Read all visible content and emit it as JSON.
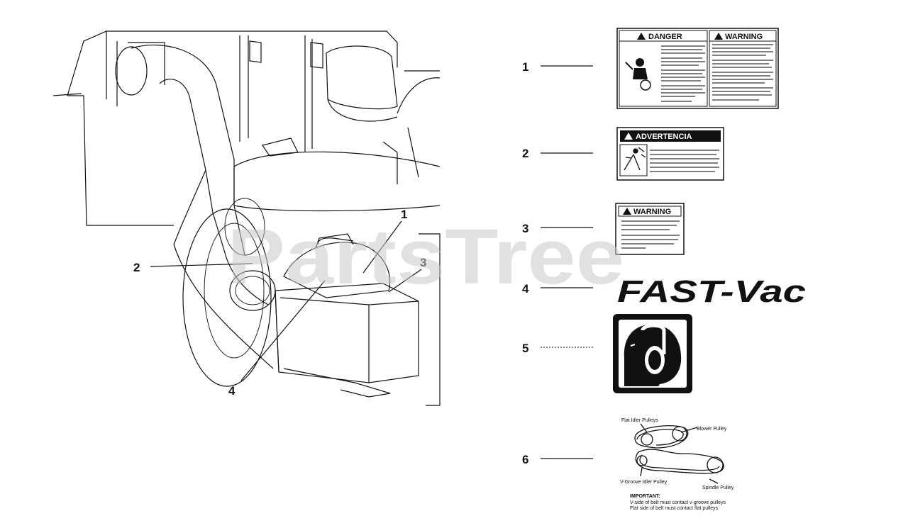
{
  "watermark": "PartsTree",
  "diagram_callouts": [
    "1",
    "2",
    "3",
    "4"
  ],
  "decal_items": [
    {
      "number": "1"
    },
    {
      "number": "2"
    },
    {
      "number": "3"
    },
    {
      "number": "4"
    },
    {
      "number": "5"
    },
    {
      "number": "6"
    }
  ],
  "decal1": {
    "danger_header": "DANGER",
    "warning_header": "WARNING"
  },
  "decal2": {
    "header": "ADVERTENCIA"
  },
  "decal3": {
    "header": "WARNING"
  },
  "decal4": {
    "brand_text": "FAST-Vac"
  },
  "belt_diagram": {
    "flat_idler": "Flat Idler Pulleys",
    "blower": "Blower Pulley",
    "vgroove": "V-Groove Idler Pulley",
    "spindle": "Spindle Pulley",
    "important_title": "IMPORTANT:",
    "important_line1": "V-side of belt must contact v-groove pulleys",
    "important_line2": "Flat side of belt must contact flat pulleys"
  }
}
